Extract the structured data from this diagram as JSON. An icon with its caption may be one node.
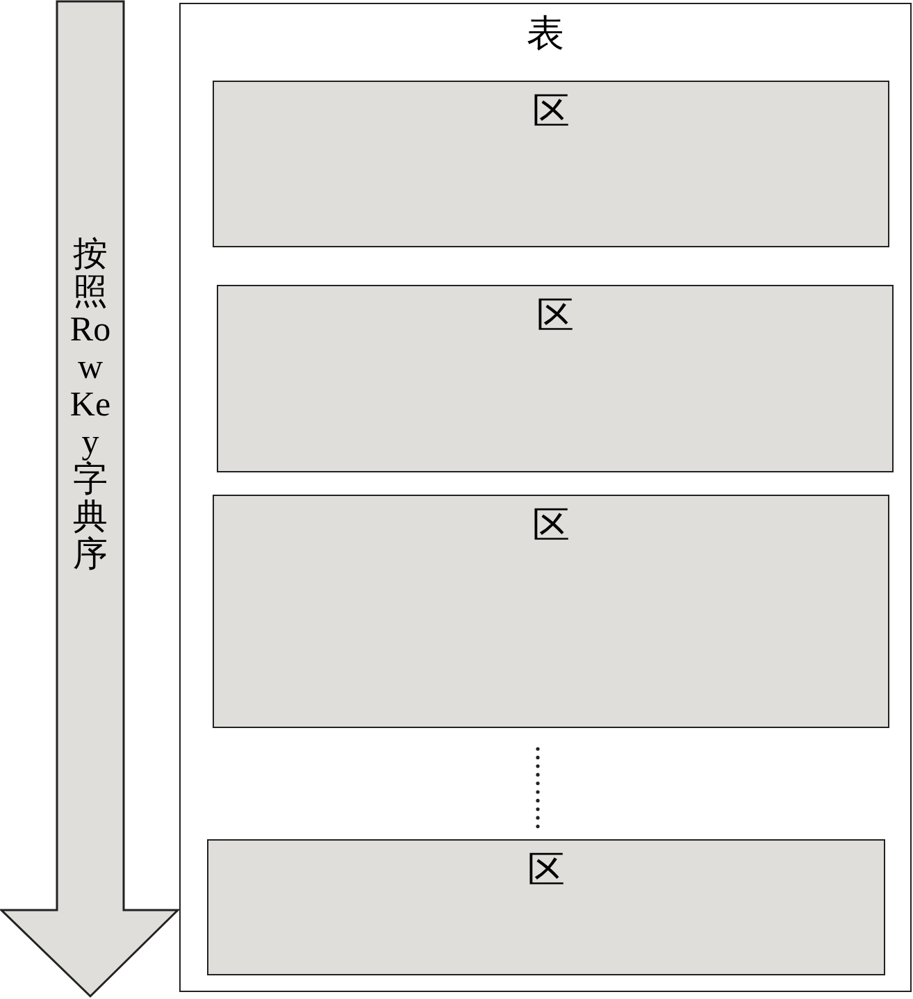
{
  "diagram": {
    "nodes": [
      {
        "text": [
          "表"
        ]
      },
      {
        "text": [
          "区"
        ],
        "in": 0
      },
      {
        "text": [
          "区"
        ],
        "in": 0
      },
      {
        "text": [
          "区"
        ],
        "in": 0
      },
      {
        "text": [
          "区"
        ],
        "in": 0
      },
      {
        "text": [
          "按照 RowKey 字典序"
        ]
      }
    ]
  }
}
